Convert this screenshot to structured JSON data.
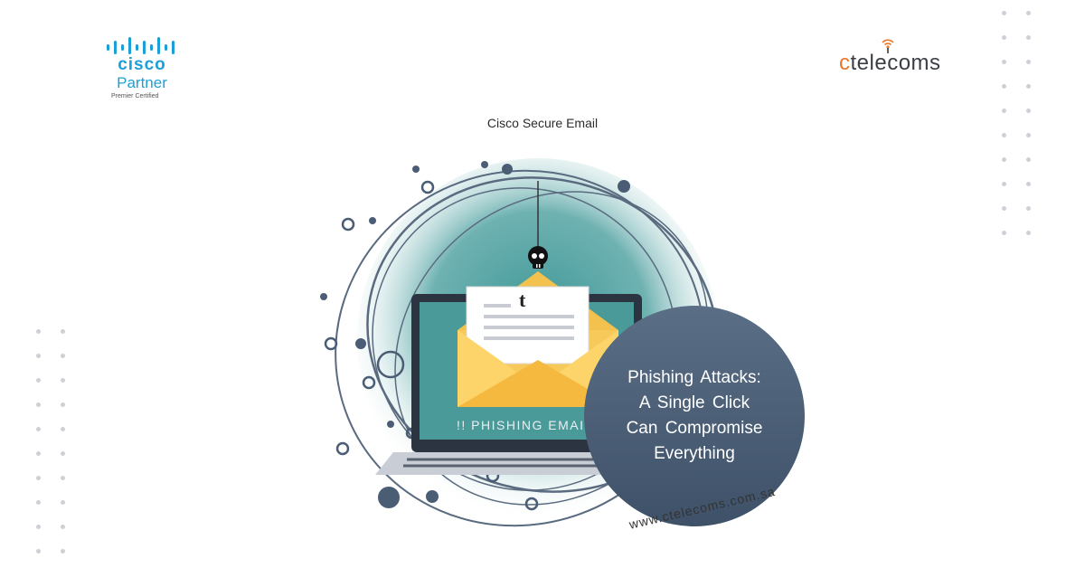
{
  "partner_logo": {
    "brand": "cisco",
    "tier": "Partner",
    "certification": "Premier Certified",
    "color": "#1BA0D7",
    "icon": "cisco-bridge-bars-icon"
  },
  "company_logo": {
    "name_prefix": "c",
    "name_rest": "telecoms",
    "accent_color": "#E8782A",
    "icon": "wifi-antenna-icon"
  },
  "subtitle": "Cisco Secure Email",
  "illustration": {
    "screen_label": "!! PHISHING EMAIL",
    "icon": "skull-icon",
    "letter_mark": "t"
  },
  "badge": {
    "line1": "Phishing Attacks:",
    "line2": "A Single Click",
    "line3": "Can Compromise",
    "line4": "Everything",
    "color": "#4a5d75"
  },
  "website": "www.ctelecoms.com.sa"
}
